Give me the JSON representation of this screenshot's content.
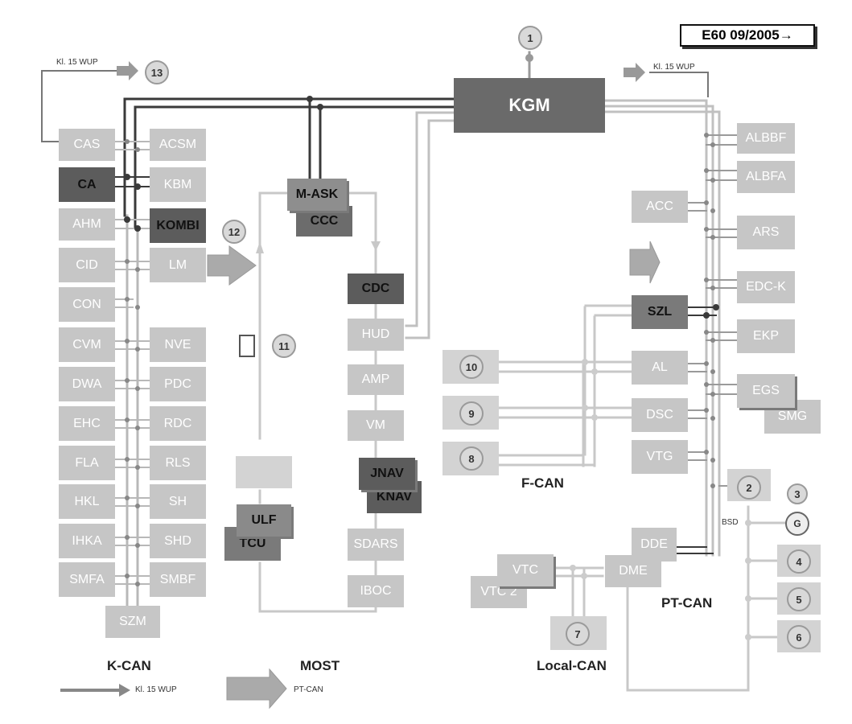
{
  "badge": "E60 09/2005→",
  "central": {
    "name": "KGM"
  },
  "kcan_left": [
    "CAS",
    "CA",
    "AHM",
    "CID",
    "CON",
    "CVM",
    "DWA",
    "EHC",
    "FLA",
    "HKL",
    "IHKA",
    "SMFA",
    "SZM"
  ],
  "kcan_right": [
    "ACSM",
    "KBM",
    "KOMBI",
    "LM",
    "NVE",
    "PDC",
    "RDC",
    "RLS",
    "SH",
    "SHD",
    "SMBF"
  ],
  "most": [
    "M-ASK",
    "CCC",
    "CDC",
    "HUD",
    "AMP",
    "VM",
    "JNAV",
    "KNAV",
    "SDARS",
    "IBOC",
    "ULF",
    "TCU"
  ],
  "ptcan": [
    "ALBBF",
    "ALBFA",
    "ACC",
    "ARS",
    "EDC-K",
    "SZL",
    "EKP",
    "AL",
    "EGS",
    "SMG",
    "DSC",
    "VTG",
    "DDE",
    "DME"
  ],
  "localcan": [
    "VTC",
    "VTC 2"
  ],
  "labels": {
    "kcan": "K-CAN",
    "most": "MOST",
    "fcan": "F-CAN",
    "ptcan": "PT-CAN",
    "localcan": "Local-CAN",
    "kl15_left": "Kl. 15 WUP",
    "kl15_right": "Kl. 15 WUP",
    "bsd": "BSD",
    "legend_kl15": "Kl. 15 WUP",
    "legend_ptcan": "PT-CAN",
    "gen": "G"
  },
  "callouts": [
    "1",
    "2",
    "3",
    "4",
    "5",
    "6",
    "7",
    "8",
    "9",
    "10",
    "11",
    "12",
    "13"
  ]
}
